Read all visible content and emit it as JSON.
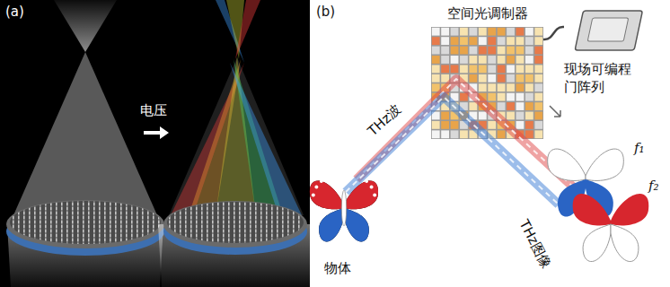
{
  "diagram": {
    "nodes": [
      {
        "text": [
          "空间光调制器"
        ]
      },
      {
        "text": [
          "现场可编程门阵列"
        ]
      }
    ],
    "edges": [
      {
        "from": 1,
        "to": 0,
        "arrow": "none"
      }
    ],
    "labels": [
      "(a)",
      "电压",
      "(b)",
      "THz波",
      "物体",
      "THz图像",
      "f₁",
      "f₂"
    ]
  }
}
